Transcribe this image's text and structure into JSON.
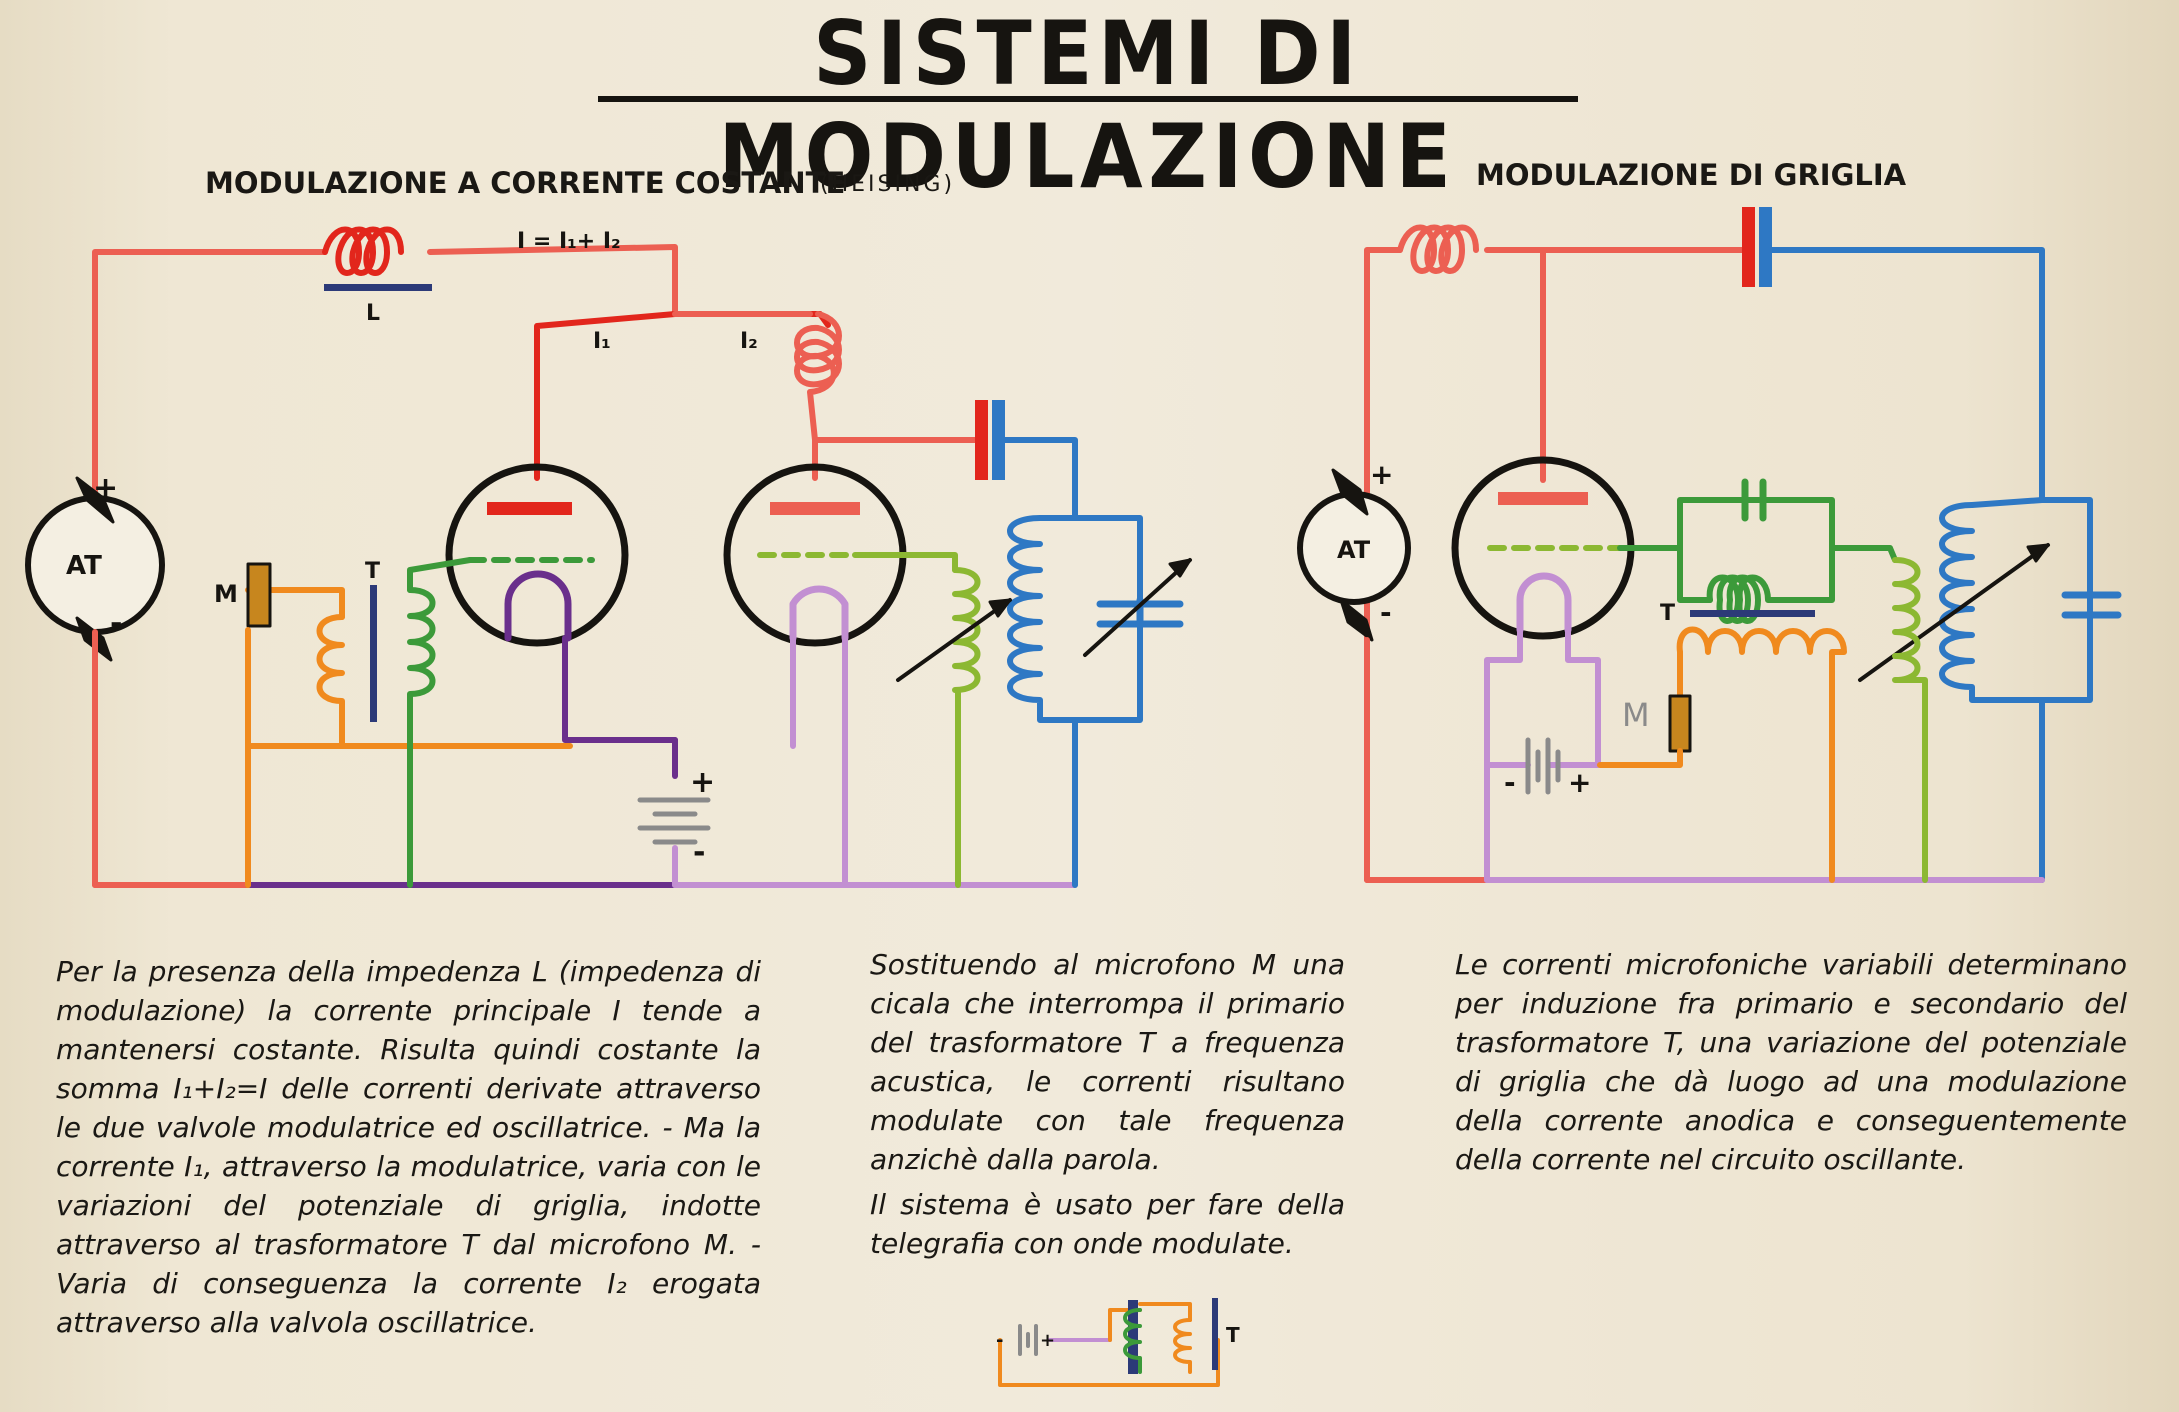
{
  "title": "SISTEMI DI MODULAZIONE",
  "left_diagram": {
    "heading": "MODULAZIONE A CORRENTE COSTANTE",
    "heading_note": "(HEISING)",
    "labels": {
      "inductor": "L",
      "current_sum": "I = I₁+ I₂",
      "current_1": "I₁",
      "current_2": "I₂",
      "generator": "AT",
      "plus": "+",
      "minus": "-",
      "microphone": "M",
      "transformer": "T"
    }
  },
  "right_diagram": {
    "heading": "MODULAZIONE DI GRIGLIA",
    "labels": {
      "generator": "AT",
      "plus": "+",
      "minus": "-",
      "microphone": "M",
      "transformer": "T"
    }
  },
  "small_diagram": {
    "labels": {
      "minus": "-",
      "plus": "+",
      "transformer": "T"
    }
  },
  "text": {
    "col1": "Per la presenza della impedenza L (impedenza di modulazione) la corrente principale I tende a mantenersi costante. Risulta quindi costante la somma I₁+I₂=I delle correnti derivate attraverso le due valvole modulatrice ed oscillatrice. - Ma la corrente I₁, attraverso la modulatrice, varia con le variazioni del potenziale di griglia, indotte attraverso al trasformatore T dal microfono M. - Varia di conseguenza la corrente I₂ erogata attraverso alla valvola oscillatrice.",
    "col2_p1": "Sostituendo al microfono M una cicala che interrompa il primario del trasformatore T a frequenza acustica, le correnti risultano modulate con tale frequenza anzichè dalla parola.",
    "col2_p2": "Il sistema è usato per fare della telegrafia con onde modulate.",
    "col3": "Le correnti microfoniche variabili determinano per induzione fra primario e secondario del trasformatore T, una variazione del potenziale di griglia che dà luogo ad una modulazione della corrente anodica e conseguentemente della corrente nel circuito oscillante."
  },
  "colors": {
    "salmon": "#ec5f52",
    "red": "#e2261c",
    "orange": "#f08a1e",
    "green": "#3c9a3a",
    "lime": "#8cb832",
    "blue": "#2e78c4",
    "purple": "#6a2f8c",
    "lilac": "#c28fd2",
    "navy": "#2c3a78",
    "ink": "#161410"
  }
}
